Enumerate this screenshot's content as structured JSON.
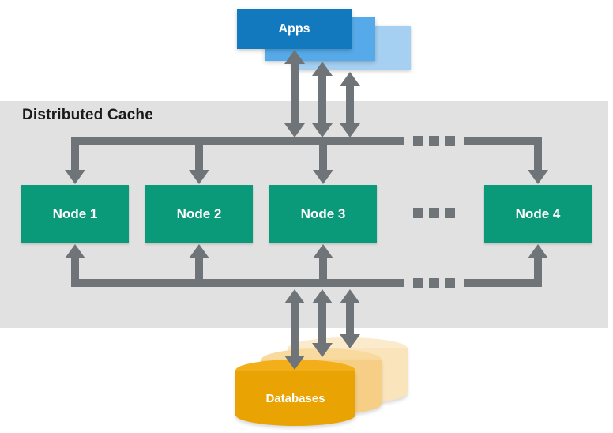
{
  "title": "Distributed Cache",
  "apps": {
    "label": "Apps"
  },
  "nodes": [
    {
      "label": "Node 1"
    },
    {
      "label": "Node 2"
    },
    {
      "label": "Node 3"
    },
    {
      "label": "Node 4"
    }
  ],
  "databases": {
    "label": "Databases"
  },
  "ellipsis": {
    "dot_count": 3
  },
  "colors": {
    "band": "#E1E1E1",
    "arrow": "#6E7477",
    "node_green": "#0A9A7A",
    "app_front": "#1379BF",
    "app_middle": "#56AAE9",
    "app_back": "#A6D0F2",
    "db_front": "#E9A302",
    "db_front_top": "#F2AF1A",
    "db_middle": "#F6CE85",
    "db_middle_top": "#F8DA9E",
    "db_back": "#FAE4BC",
    "db_back_top": "#FBEACB",
    "title_color": "#1A1A1A"
  }
}
